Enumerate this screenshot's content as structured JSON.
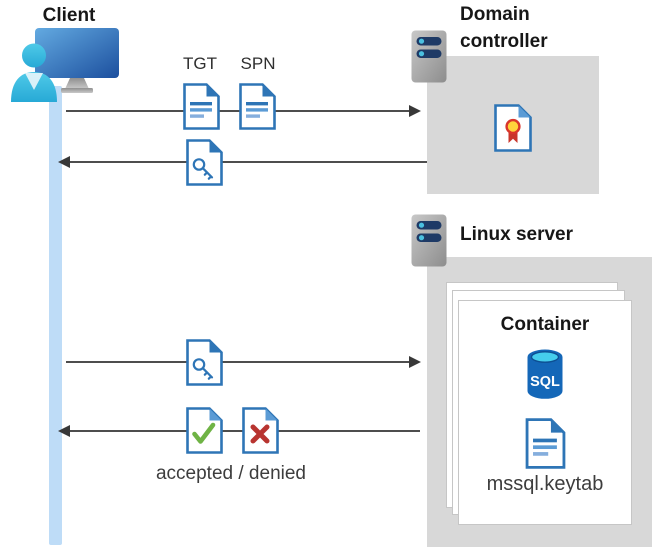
{
  "diagram": {
    "client": {
      "label": "Client"
    },
    "request_tickets": {
      "tgt_label": "TGT",
      "spn_label": "SPN"
    },
    "domain_controller": {
      "label": "Domain controller"
    },
    "linux_server": {
      "label": "Linux server"
    },
    "container": {
      "label": "Container",
      "sql_badge": "SQL",
      "keytab_label": "mssql.keytab"
    },
    "response": {
      "label": "accepted / denied"
    }
  },
  "icons": {
    "user": "cyan person silhouette",
    "monitor": "blue gradient display with stand",
    "server": "gray tower with two navy status bars",
    "document": "white page, blue border, folded corner, text lines",
    "key-document": "document with blue key outline",
    "certificate-document": "document with red/yellow award ribbon",
    "check-document": "document with green checkmark",
    "cross-document": "document with red X",
    "sql-database": "blue cylinder database with SQL label",
    "arrowhead": "solid dark triangle"
  },
  "colors": {
    "accent_blue": "#2e75b6",
    "doc_fold_blue": "#2e75b6",
    "lifeline_blue": "#bedcf7",
    "box_gray": "#d8d8d8",
    "server_bar_navy": "#1e3a66",
    "server_dot_cyan": "#4ac0e0",
    "user_cyan": "#39c0e5",
    "check_green": "#6fb345",
    "deny_red": "#b83430",
    "ribbon_red": "#c9352b",
    "ribbon_yellow": "#ffd23b",
    "sql_blue": "#1467b8",
    "sql_top_cyan": "#45cdec",
    "arrow_gray": "#4d4d4d"
  }
}
